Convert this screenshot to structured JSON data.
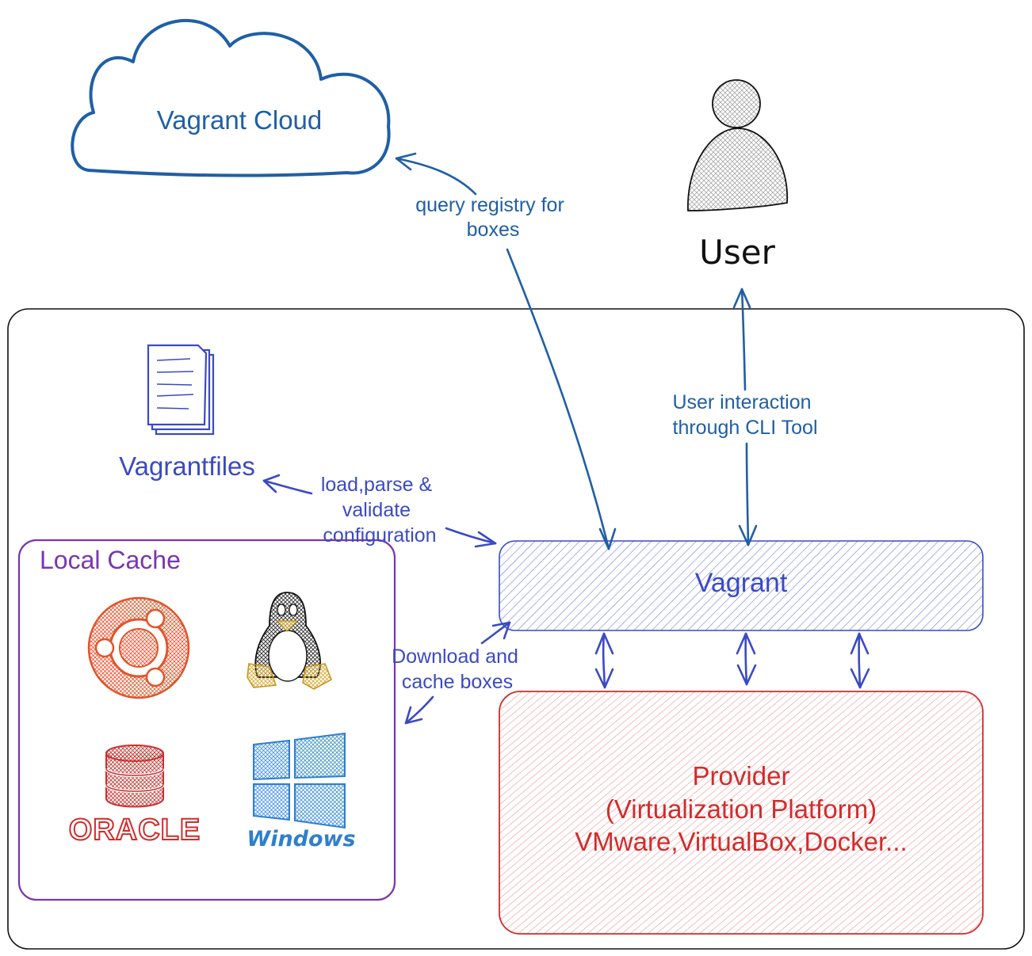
{
  "nodes": {
    "cloud": {
      "label": "Vagrant Cloud"
    },
    "user": {
      "label": "User"
    },
    "vagrantfiles": {
      "label": "Vagrantfiles"
    },
    "local_cache": {
      "label": "Local Cache"
    },
    "vagrant": {
      "label": "Vagrant"
    },
    "provider": {
      "line1": "Provider",
      "line2": "(Virtualization Platform)",
      "line3": "VMware,VirtualBox,Docker..."
    }
  },
  "edges": {
    "query": {
      "line1": "query registry for",
      "line2": "boxes"
    },
    "user_interaction": {
      "line1": "User interaction",
      "line2": "through CLI Tool"
    },
    "load": {
      "line1": "load,parse &",
      "line2": "validate",
      "line3": "configuration"
    },
    "download": {
      "line1": "Download and",
      "line2": "cache boxes"
    }
  },
  "logos": {
    "oracle": "ORACLE",
    "windows": "Windows"
  },
  "colors": {
    "blue": "#1f5fa6",
    "indigo": "#3b4ac4",
    "purple": "#7b35b0",
    "red": "#d12c2c",
    "orange": "#e0552c",
    "black": "#111111"
  }
}
